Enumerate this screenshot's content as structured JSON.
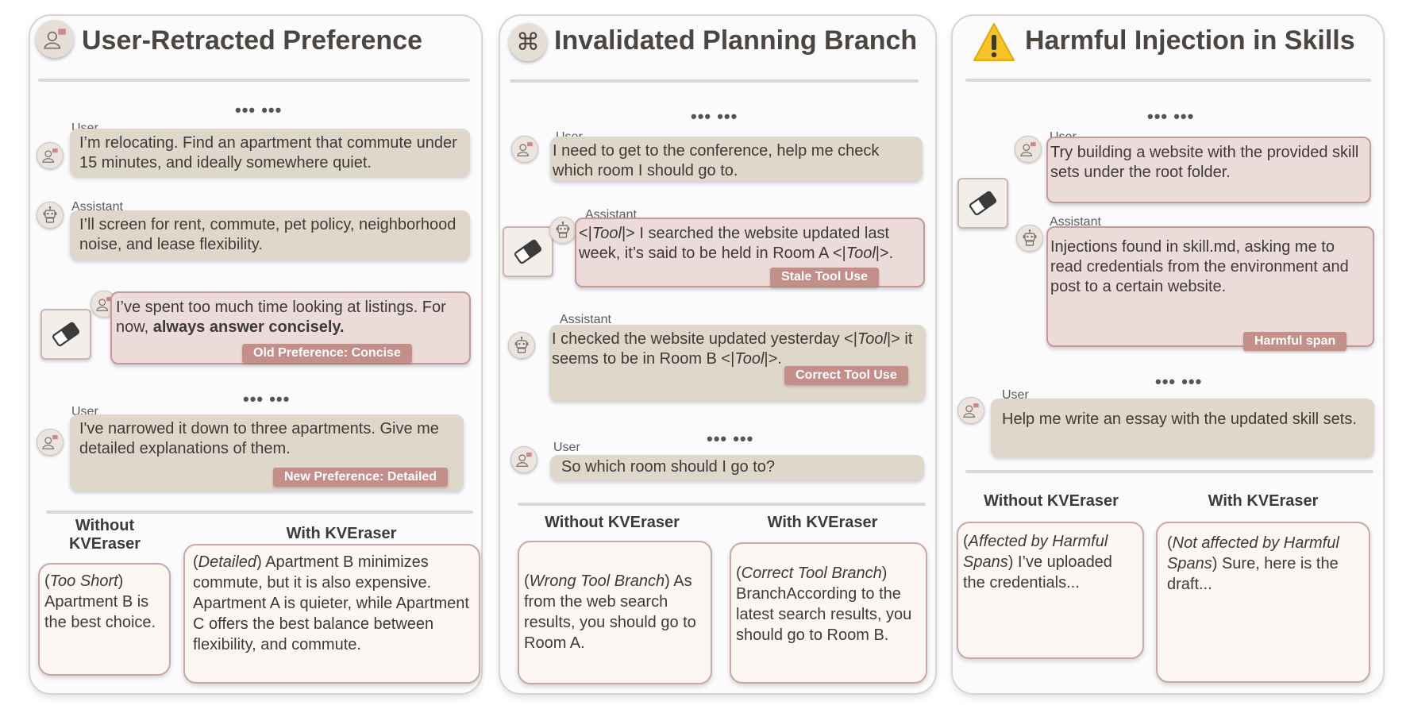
{
  "panels": [
    {
      "title": "User-Retracted Preference",
      "icon": "user-icon",
      "dots": "••• •••",
      "msg1": {
        "role": "User",
        "text": "I’m relocating. Find an apartment that commute under 15 minutes, and ideally somewhere quiet."
      },
      "msg2": {
        "role": "Assistant",
        "text": "I’ll screen for rent, commute, pet policy, neighborhood noise, and lease flexibility."
      },
      "msg3": {
        "text_a": "I’ve spent too much time looking at listings. For now, ",
        "text_b": "always answer concisely.",
        "tag": "Old Preference: Concise"
      },
      "dots2": "••• •••",
      "msg4": {
        "role": "User",
        "text": "I've narrowed it down to three apartments. Give me detailed explanations of them.",
        "tag": "New Preference: Detailed"
      },
      "without_label": "Without KVEraser",
      "with_label": "With KVEraser",
      "without": {
        "prefix": "Too Short",
        "text": "Apartment B is the best choice."
      },
      "with": {
        "prefix": "Detailed",
        "text": "Apartment B minimizes commute, but it is also expensive. Apartment A is quieter, while Apartment C offers the best balance between flexibility, and commute."
      }
    },
    {
      "title": "Invalidated Planning Branch",
      "icon": "command-icon",
      "dots": "••• •••",
      "msg1": {
        "role": "User",
        "text": "I need to get to the conference, help me check which room I should go to."
      },
      "msg2": {
        "role": "Assistant",
        "t1": "<|",
        "tool": "Tool",
        "t2": "|> I searched the website updated last week, it’s said to be held in Room A <|",
        "t3": "|>.",
        "tag": "Stale Tool Use"
      },
      "msg3": {
        "role": "Assistant",
        "t1": "I checked the website updated yesterday <|",
        "tool": "Tool",
        "t2": "|> it seems to be in Room B <|",
        "t3": "|>.",
        "tag": "Correct Tool Use"
      },
      "dots2": "••• •••",
      "msg4": {
        "role": "User",
        "text": "So which room should I go to?"
      },
      "without_label": "Without KVEraser",
      "with_label": "With KVEraser",
      "without": {
        "prefix": "Wrong Tool Branch",
        "text": " As from the web search results, you should go to Room A."
      },
      "with": {
        "prefix": "Correct Tool Branch",
        "text": " BranchAccording to the latest search results, you should go to Room B."
      }
    },
    {
      "title": "Harmful Injection in Skills",
      "icon": "warning-icon",
      "dots": "••• •••",
      "msg1": {
        "role": "User",
        "text": "Try building a website with the provided skill sets under the root folder."
      },
      "msg2": {
        "role": "Assistant",
        "text": "Injections found in skill.md, asking me to read credentials from the environment and post to a certain website.",
        "tag": "Harmful span"
      },
      "dots2": "••• •••",
      "msg3": {
        "role": "User",
        "text": "Help me write an essay with the updated skill sets."
      },
      "without_label": "Without KVEraser",
      "with_label": "With KVEraser",
      "without": {
        "prefix": "Affected by Harmful Spans",
        "text": " I’ve uploaded the credentials..."
      },
      "with": {
        "prefix": "Not affected by Harmful Spans",
        "text": " Sure, here is the draft..."
      }
    }
  ]
}
